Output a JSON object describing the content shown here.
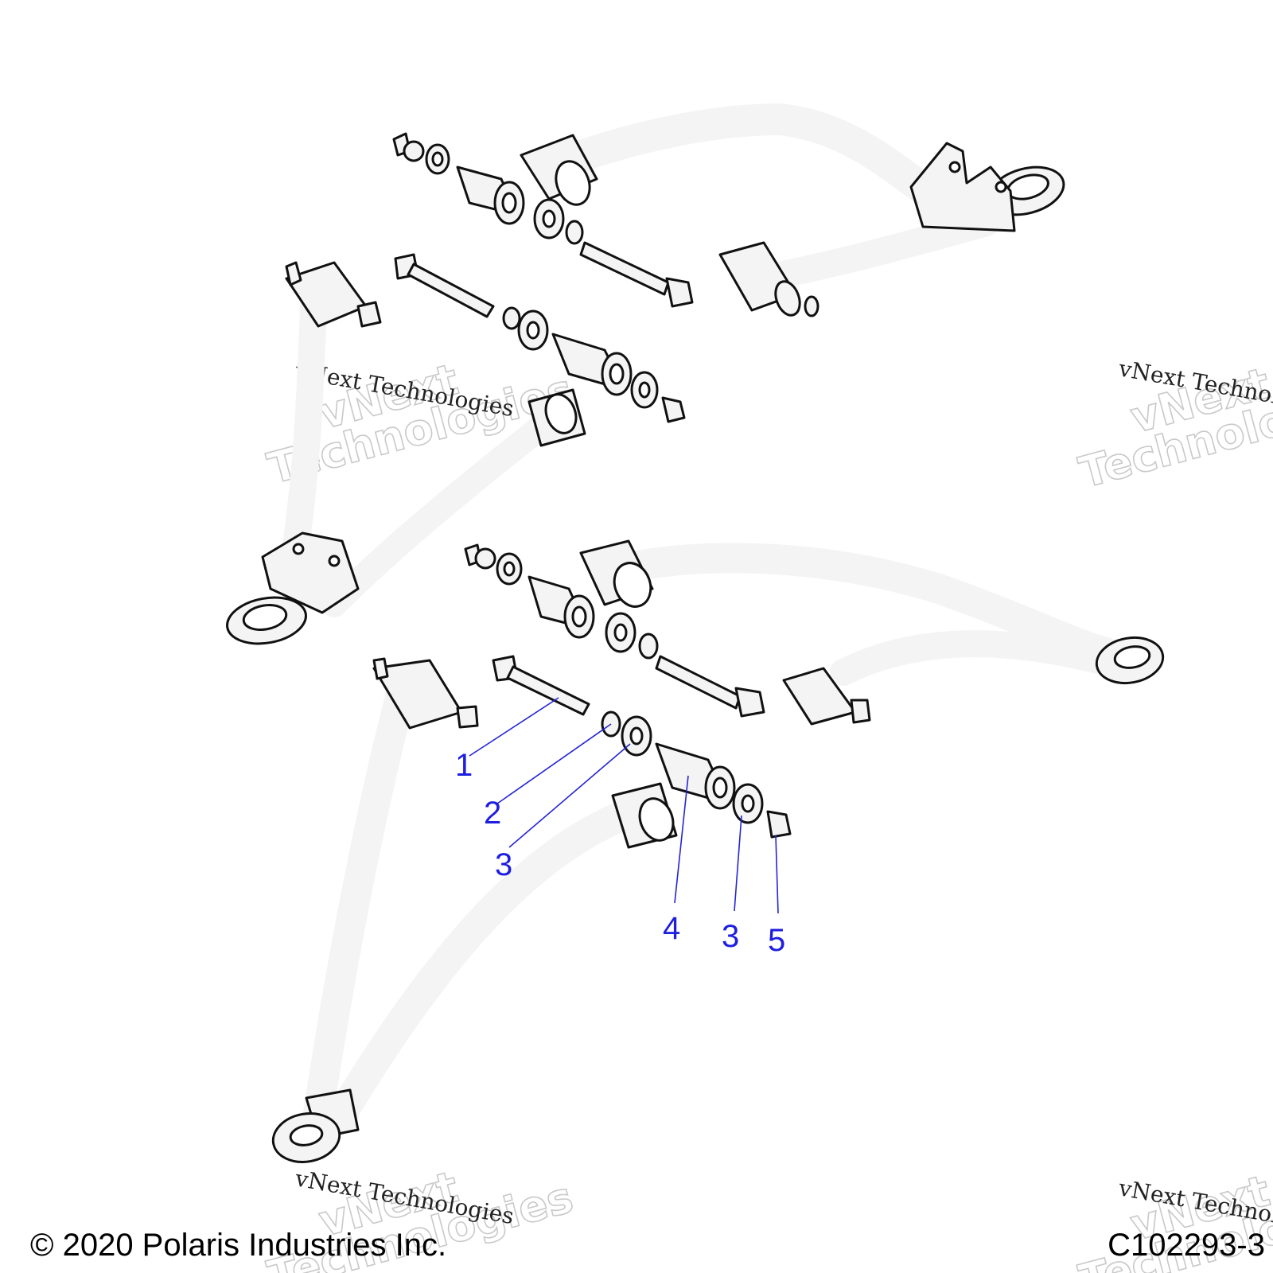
{
  "copyright": "© 2020 Polaris Industries Inc.",
  "figure_id": "C102293-3",
  "watermark": {
    "line1": "vNext",
    "line2": "Technologies",
    "mono": "vNext Technologies"
  },
  "callouts": [
    {
      "id": "callout-1",
      "label": "1"
    },
    {
      "id": "callout-2",
      "label": "2"
    },
    {
      "id": "callout-3a",
      "label": "3"
    },
    {
      "id": "callout-4",
      "label": "4"
    },
    {
      "id": "callout-3b",
      "label": "3"
    },
    {
      "id": "callout-5",
      "label": "5"
    }
  ],
  "colors": {
    "callout": "#1e1ee0",
    "part_fill": "#f4f4f4",
    "outline": "#111111"
  }
}
